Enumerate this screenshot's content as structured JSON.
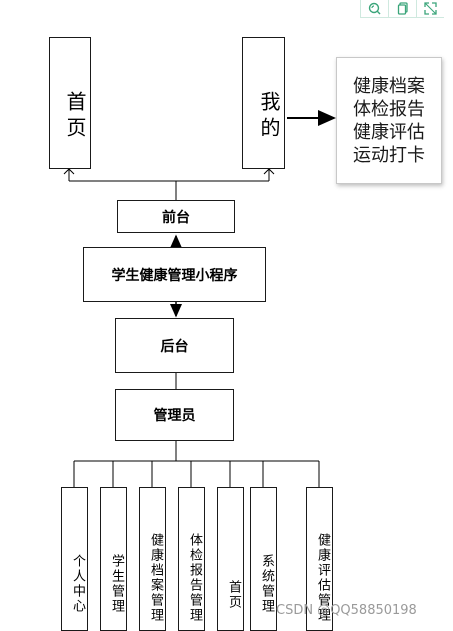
{
  "nodes": {
    "home": "首页",
    "mine": "我的",
    "frontend": "前台",
    "app": "学生健康管理小程序",
    "backend": "后台",
    "admin": "管理员"
  },
  "mine_features": [
    "健康档案",
    "体检报告",
    "健康评估",
    "运动打卡"
  ],
  "admin_modules": [
    "个人中心",
    "学生管理",
    "健康档案管理",
    "体检报告管理",
    "首页",
    "系统管理",
    "健康评估管理"
  ],
  "toolbar_icons": [
    "search-icon",
    "copy-icon",
    "expand-icon"
  ],
  "watermark": "CSDN @QQ58850198"
}
